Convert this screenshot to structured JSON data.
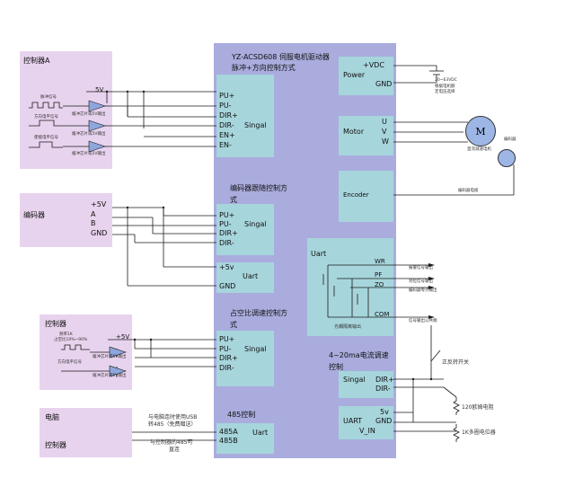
{
  "driver": {
    "title": "YZ-ACSD608 伺服电机驱动器",
    "pulse_section": "脉冲+方向控制方式",
    "encoder_section": "编码器跟随控制方式",
    "pwm_section": "占空比调速控制方式",
    "current_section": "4~20ma电流调速控制",
    "rs485_section": "485控制",
    "pulse_pins": [
      "PU+",
      "PU-",
      "DIR+",
      "DIR-",
      "EN+",
      "EN-"
    ],
    "signal_label": "Singal",
    "encoder_pins": [
      "PU+",
      "PU-",
      "DIR+",
      "DIR-"
    ],
    "uart_label": "Uart",
    "uart_pins": [
      "+5v",
      "GND"
    ],
    "pwm_pins": [
      "PU+",
      "PU-",
      "DIR+",
      "DIR-"
    ],
    "rs485_pins": [
      "485A",
      "485B"
    ],
    "power_label": "Power",
    "power_pins": [
      "+VDC",
      "GND"
    ],
    "motor_label": "Motor",
    "motor_pins": [
      "U",
      "V",
      "W"
    ],
    "encoder_label": "Encoder",
    "iso_uart_label": "Uart",
    "iso_pins": [
      "WR",
      "PF",
      "ZO",
      "COM"
    ],
    "iso_caption": "光耦隔离输出",
    "current_pins": [
      "DIR+",
      "DIR-"
    ],
    "current_uart_pins": [
      "5v",
      "GND"
    ],
    "current_uart_label": "UART",
    "vin_label": "V_IN"
  },
  "controller_a": {
    "title": "控制器A",
    "vcc": "5V",
    "pulse_signal": "脉冲信号",
    "dir_signal": "方向电平信号",
    "enable_signal": "使能电平信号",
    "buffer_note": "缓冲芯片或5V输出"
  },
  "encoder_ext": {
    "title": "编码器",
    "pins": [
      "+5V",
      "A",
      "B",
      "GND"
    ]
  },
  "controller_b": {
    "title": "控制器",
    "vcc": "+5V",
    "freq_note": "频率1K",
    "duty_note": "占空比10%~90%",
    "dir_note": "方向电平信号",
    "buffer_note1": "缓冲芯片或5V输出",
    "buffer_note2": "缓冲芯片或5V输出"
  },
  "pc": {
    "title": "电脑",
    "subtitle": "控制器",
    "usb_note_1": "与电脑连时使用USB",
    "usb_note_2": "转485（免费赠送）",
    "direct_note_1": "与控制器的485可",
    "direct_note_2": "直连"
  },
  "right_notes": {
    "supply_range": "20~63VDC",
    "supply_hint_1": "根据电机额",
    "supply_hint_2": "定电压选择",
    "motor_symbol": "M",
    "motor_caption": "直流减速电机",
    "encoder_caption": "编码器",
    "encoder_line": "编码器电缆",
    "out_alarm": "报警信号输出",
    "out_position": "到位信号输出",
    "out_zero": "编码器零点输出",
    "out_common": "信号输出公共端",
    "switch": "正反转开关",
    "resistor": "120欧姆电阻",
    "pot": "1K多圈电位器"
  }
}
